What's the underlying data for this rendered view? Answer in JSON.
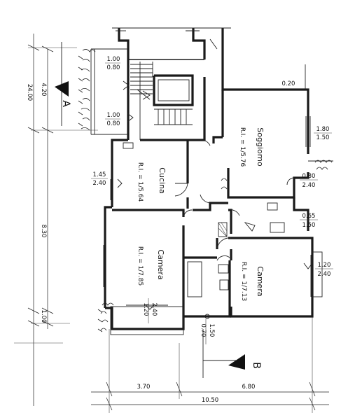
{
  "dimensions": {
    "left_total": "24.00",
    "left_top": "4.20",
    "left_mid": "8.30",
    "left_bot": "1.00",
    "bottom_left": "3.70",
    "bottom_right": "6.80",
    "bottom_total": "10.50"
  },
  "openings": {
    "top_a": "1.00",
    "top_a_sub": "0.80",
    "top_b": "1.00",
    "top_b_sub": "0.80",
    "cucina_win": "1.45",
    "cucina_win_sub": "2.40",
    "top_right": "0.20",
    "sogg_win": "1.80",
    "sogg_win_sub": "1.50",
    "right_mid": "0.80",
    "right_mid_sub": "2.40",
    "right_small": "0.65",
    "right_small_sub": "1.50",
    "camera2_win": "1.20",
    "camera2_win_sub": "2.40",
    "camera1_win": "1.20",
    "camera1_win_sub": "2.40",
    "bath_win": "0.70",
    "bath_win_sub": "1.50"
  },
  "rooms": {
    "soggiorno": {
      "name": "Soggiorno",
      "ratio": "R.I. = 1/5.76"
    },
    "cucina": {
      "name": "Cucina",
      "ratio": "R.I. = 1/5.64"
    },
    "camera1": {
      "name": "Camera",
      "ratio": "R.I. = 1/7.85"
    },
    "camera2": {
      "name": "Camera",
      "ratio": "R.I. = 1/7.13"
    }
  },
  "sections": {
    "a": "A",
    "b": "B"
  }
}
